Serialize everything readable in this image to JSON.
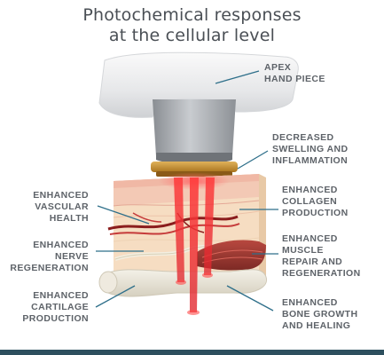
{
  "title": {
    "line1": "Photochemical responses",
    "line2": "at the cellular level"
  },
  "labels": {
    "apex": [
      "APEX",
      "HAND PIECE"
    ],
    "swelling": [
      "DECREASED",
      "SWELLING AND",
      "INFLAMMATION"
    ],
    "collagen": [
      "ENHANCED",
      "COLLAGEN",
      "PRODUCTION"
    ],
    "muscle": [
      "ENHANCED",
      "MUSCLE",
      "REPAIR AND",
      "REGENERATION"
    ],
    "bone": [
      "ENHANCED",
      "BONE GROWTH",
      "AND HEALING"
    ],
    "vascular": [
      "ENHANCED",
      "VASCULAR",
      "HEALTH"
    ],
    "nerve": [
      "ENHANCED",
      "NERVE",
      "REGENERATION"
    ],
    "cartilage": [
      "ENHANCED",
      "CARTILAGE",
      "PRODUCTION"
    ]
  },
  "colors": {
    "leader_line": "#2e6f8a",
    "footer_bar": "#2d4f5e",
    "laser": "#e0262e",
    "label_text": "#5e6369"
  }
}
